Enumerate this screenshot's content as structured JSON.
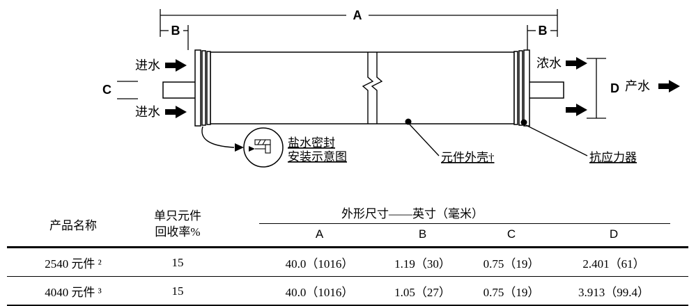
{
  "diagram": {
    "dim_labels": {
      "a": "A",
      "b_left": "B",
      "b_right": "B",
      "c": "C",
      "d": "D"
    },
    "feed_top_label": "进水",
    "feed_bottom_label": "进水",
    "concentrate_label": "浓水",
    "permeate_label": "产水",
    "brine_seal_caption_line1": "盐水密封",
    "brine_seal_caption_line2": "安装示意图",
    "shell_label": "元件外壳†",
    "anti_telescoping_label": "抗应力器"
  },
  "table": {
    "product_header": "产品名称",
    "recovery_header_line1": "单只元件",
    "recovery_header_line2": "回收率%",
    "dimensions_header": "外形尺寸——英寸（毫米）",
    "dim_columns": [
      "A",
      "B",
      "C",
      "D"
    ],
    "rows": [
      {
        "product": "2540 元件 ²",
        "recovery": "15",
        "a": "40.0（1016）",
        "b": "1.19（30）",
        "c": "0.75（19）",
        "d": "2.401（61）"
      },
      {
        "product": "4040 元件 ³",
        "recovery": "15",
        "a": "40.0（1016）",
        "b": "1.05（27）",
        "c": "0.75（19）",
        "d": "3.913（99.4）"
      }
    ]
  }
}
